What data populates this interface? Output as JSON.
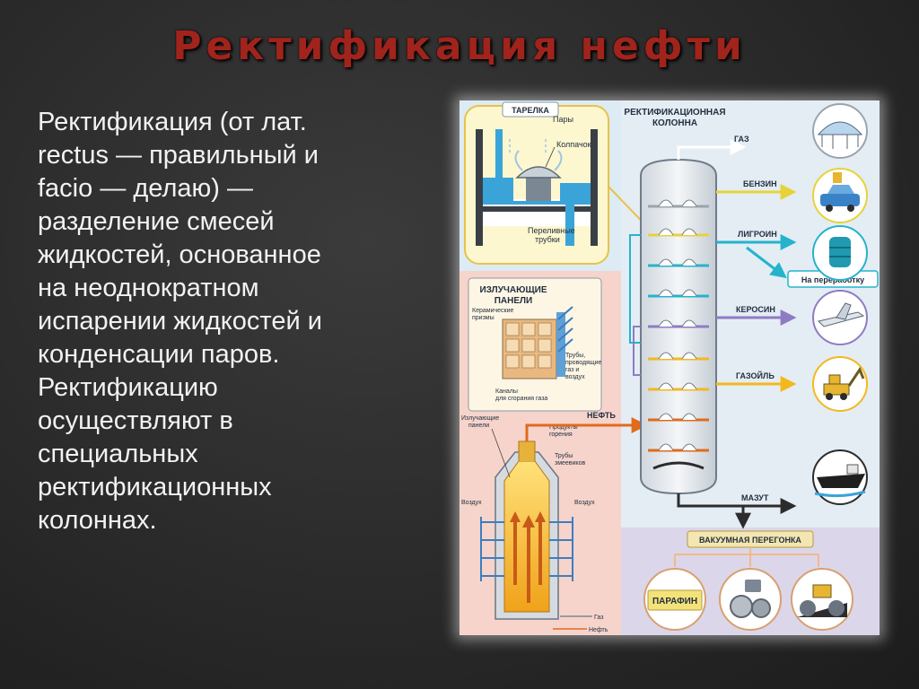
{
  "slide": {
    "title": "Ректификация нефти",
    "paragraph": "Ректификация (от лат.\nrectus — правильный и\nfacio — делаю) —\nразделение смесей\nжидкостей, основанное\nна неоднократном\nиспарении жидкостей и\nконденсации паров.\nРектификацию\nосуществляют в\nспециальных\nректификационных\nколоннах."
  },
  "diagram": {
    "column_title_1": "РЕКТИФИКАЦИОННАЯ",
    "column_title_2": "КОЛОННА",
    "tray_inset": {
      "title": "ТАРЕЛКА",
      "vapors": "Пары",
      "cap": "Колпачок",
      "pipes_1": "Переливные",
      "pipes_2": "трубки"
    },
    "furnace_inset": {
      "title_1": "ИЗЛУЧАЮЩИЕ",
      "title_2": "ПАНЕЛИ",
      "prisms_1": "Керамические",
      "prisms_2": "призмы",
      "tubes_1": "Трубы,",
      "tubes_2": "проводящие",
      "tubes_3": "газ и",
      "tubes_4": "воздух",
      "channels_1": "Каналы",
      "channels_2": "для сгорания газа"
    },
    "furnace": {
      "radiating_1": "Излучающие",
      "radiating_2": "панели",
      "combustion_1": "Продукты",
      "combustion_2": "горения",
      "coil_1": "Трубы",
      "coil_2": "змеевиков",
      "air_1": "Воздух",
      "air_2": "Воздух",
      "gas": "Газ",
      "oil_in": "Нефть"
    },
    "oil_label": "НЕФТЬ",
    "products": {
      "gas": "ГАЗ",
      "gasoline": "БЕНЗИН",
      "ligroin": "ЛИГРОИН",
      "refining": "На переработку",
      "kerosene": "КЕРОСИН",
      "gasoil": "ГАЗОЙЛЬ",
      "mazut": "МАЗУТ"
    },
    "vacuum": "ВАКУУМНАЯ ПЕРЕГОНКА",
    "paraffin": "ПАРАФИН",
    "colors": {
      "gas": "#9aa4ad",
      "gasoline": "#f4e35a",
      "ligroin": "#39c8e0",
      "kerosene": "#8e7cc3",
      "gasoil": "#f3c21d",
      "mazut": "#2c2c2c",
      "oil": "#e06b1c"
    }
  }
}
